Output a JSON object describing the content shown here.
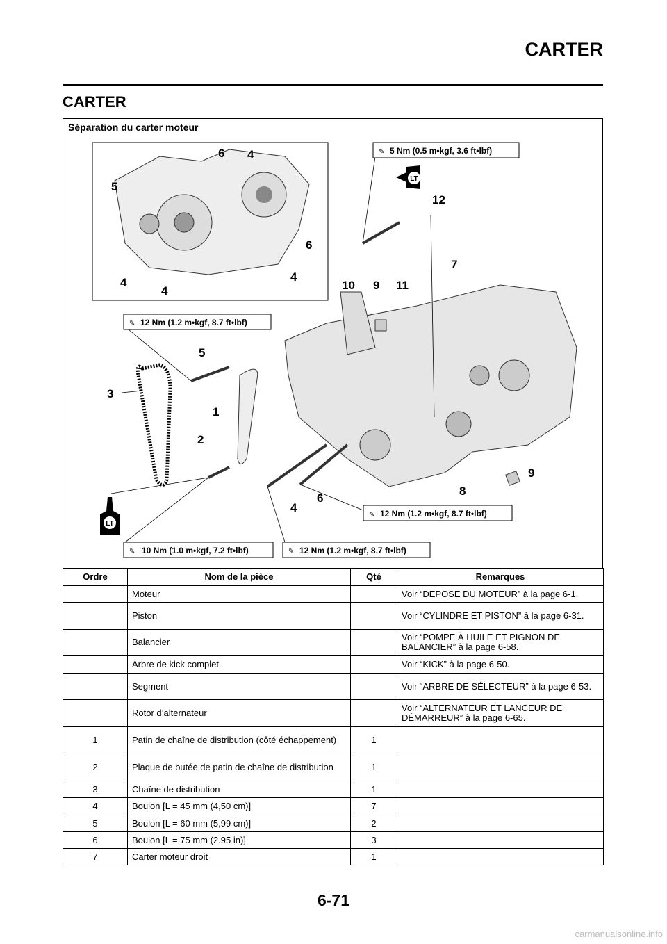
{
  "header": {
    "section": "CARTER"
  },
  "heading": "CARTER",
  "diagram": {
    "title": "Séparation du carter moteur",
    "torques": [
      "5 Nm (0.5 m•kgf, 3.6 ft•lbf)",
      "12 Nm (1.2 m•kgf, 8.7 ft•lbf)",
      "12 Nm (1.2 m•kgf, 8.7 ft•lbf)",
      "10 Nm (1.0 m•kgf, 7.2 ft•lbf)",
      "12 Nm (1.2 m•kgf, 8.7 ft•lbf)"
    ],
    "lt_badge": "LT",
    "callouts": [
      "6",
      "4",
      "5",
      "6",
      "4",
      "4",
      "4",
      "12",
      "7",
      "10",
      "9",
      "11",
      "5",
      "3",
      "1",
      "2",
      "9",
      "8",
      "6",
      "4"
    ]
  },
  "table": {
    "headers": [
      "Ordre",
      "Nom de la pièce",
      "Qté",
      "Remarques"
    ],
    "rows": [
      [
        "",
        "Moteur",
        "",
        "Voir “DEPOSE DU MOTEUR” à la page 6-1."
      ],
      [
        "",
        "Piston",
        "",
        "Voir “CYLINDRE ET PISTON” à la page 6-31."
      ],
      [
        "",
        "Balancier",
        "",
        "Voir “POMPE À HUILE ET PIGNON DE BALANCIER” à la page 6-58."
      ],
      [
        "",
        "Arbre de kick complet",
        "",
        "Voir “KICK” à la page 6-50."
      ],
      [
        "",
        "Segment",
        "",
        "Voir “ARBRE DE SÉLECTEUR” à la page 6-53."
      ],
      [
        "",
        "Rotor d’alternateur",
        "",
        "Voir “ALTERNATEUR ET LANCEUR DE DÉMARREUR” à la page 6-65."
      ],
      [
        "1",
        "Patin de chaîne de distribution (côté échappement)",
        "1",
        ""
      ],
      [
        "2",
        "Plaque de butée de patin de chaîne de distribution",
        "1",
        ""
      ],
      [
        "3",
        "Chaîne de distribution",
        "1",
        ""
      ],
      [
        "4",
        "Boulon [L = 45 mm (4,50 cm)]",
        "7",
        ""
      ],
      [
        "5",
        "Boulon [L = 60 mm (5,99 cm)]",
        "2",
        ""
      ],
      [
        "6",
        "Boulon [L = 75 mm (2.95 in)]",
        "3",
        ""
      ],
      [
        "7",
        "Carter moteur droit",
        "1",
        ""
      ]
    ]
  },
  "page_number": "6-71",
  "watermark": "carmanualsonline.info"
}
